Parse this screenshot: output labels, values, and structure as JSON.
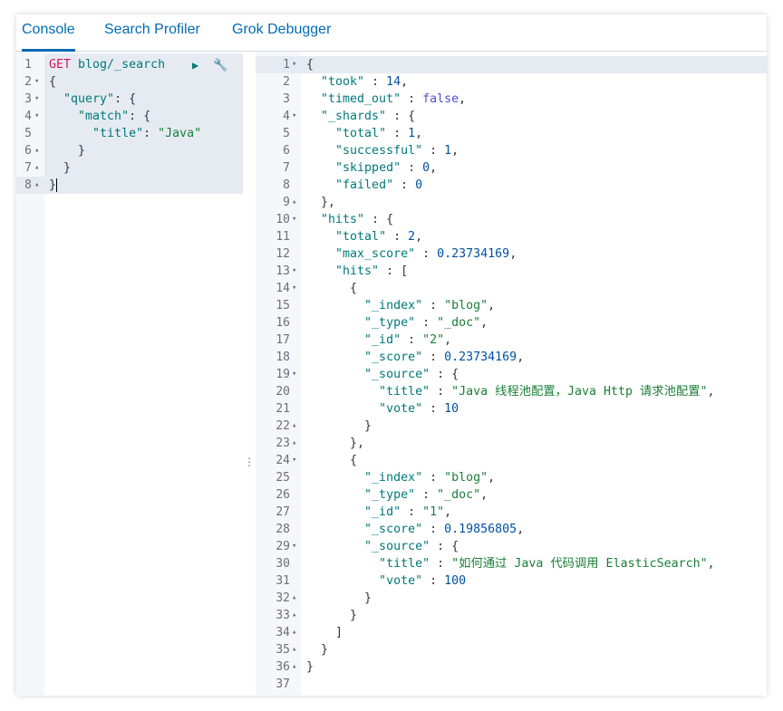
{
  "tabs": [
    "Console",
    "Search Profiler",
    "Grok Debugger"
  ],
  "icons": {
    "play": "play-icon",
    "wrench": "wrench-icon",
    "drag": "drag-handle-icon"
  },
  "request": {
    "method": "GET",
    "url": "blog/_search",
    "lines": [
      {
        "n": "1",
        "fold": "",
        "parts": []
      },
      {
        "n": "2",
        "fold": "▾",
        "parts": [
          [
            "",
            "{"
          ]
        ]
      },
      {
        "n": "3",
        "fold": "▾",
        "parts": [
          [
            "",
            "  "
          ],
          [
            "k",
            "\"query\""
          ],
          [
            "",
            ": {"
          ]
        ]
      },
      {
        "n": "4",
        "fold": "▾",
        "parts": [
          [
            "",
            "    "
          ],
          [
            "k",
            "\"match\""
          ],
          [
            "",
            ": {"
          ]
        ]
      },
      {
        "n": "5",
        "fold": "",
        "parts": [
          [
            "",
            "      "
          ],
          [
            "k",
            "\"title\""
          ],
          [
            "",
            ": "
          ],
          [
            "s",
            "\"Java\""
          ]
        ]
      },
      {
        "n": "6",
        "fold": "▴",
        "parts": [
          [
            "",
            "    }"
          ]
        ]
      },
      {
        "n": "7",
        "fold": "▴",
        "parts": [
          [
            "",
            "  }"
          ]
        ]
      },
      {
        "n": "8",
        "fold": "▴",
        "parts": [
          [
            "",
            "}"
          ]
        ]
      }
    ]
  },
  "response": {
    "lines": [
      {
        "n": "1",
        "fold": "▾",
        "parts": [
          [
            "",
            "{"
          ]
        ]
      },
      {
        "n": "2",
        "fold": "",
        "parts": [
          [
            "",
            "  "
          ],
          [
            "k",
            "\"took\""
          ],
          [
            "",
            " : "
          ],
          [
            "n",
            "14"
          ],
          [
            "",
            ","
          ]
        ]
      },
      {
        "n": "3",
        "fold": "",
        "parts": [
          [
            "",
            "  "
          ],
          [
            "k",
            "\"timed_out\""
          ],
          [
            "",
            " : "
          ],
          [
            "b",
            "false"
          ],
          [
            "",
            ","
          ]
        ]
      },
      {
        "n": "4",
        "fold": "▾",
        "parts": [
          [
            "",
            "  "
          ],
          [
            "k",
            "\"_shards\""
          ],
          [
            "",
            " : {"
          ]
        ]
      },
      {
        "n": "5",
        "fold": "",
        "parts": [
          [
            "",
            "    "
          ],
          [
            "k",
            "\"total\""
          ],
          [
            "",
            " : "
          ],
          [
            "n",
            "1"
          ],
          [
            "",
            ","
          ]
        ]
      },
      {
        "n": "6",
        "fold": "",
        "parts": [
          [
            "",
            "    "
          ],
          [
            "k",
            "\"successful\""
          ],
          [
            "",
            " : "
          ],
          [
            "n",
            "1"
          ],
          [
            "",
            ","
          ]
        ]
      },
      {
        "n": "7",
        "fold": "",
        "parts": [
          [
            "",
            "    "
          ],
          [
            "k",
            "\"skipped\""
          ],
          [
            "",
            " : "
          ],
          [
            "n",
            "0"
          ],
          [
            "",
            ","
          ]
        ]
      },
      {
        "n": "8",
        "fold": "",
        "parts": [
          [
            "",
            "    "
          ],
          [
            "k",
            "\"failed\""
          ],
          [
            "",
            " : "
          ],
          [
            "n",
            "0"
          ]
        ]
      },
      {
        "n": "9",
        "fold": "▴",
        "parts": [
          [
            "",
            "  },"
          ]
        ]
      },
      {
        "n": "10",
        "fold": "▾",
        "parts": [
          [
            "",
            "  "
          ],
          [
            "k",
            "\"hits\""
          ],
          [
            "",
            " : {"
          ]
        ]
      },
      {
        "n": "11",
        "fold": "",
        "parts": [
          [
            "",
            "    "
          ],
          [
            "k",
            "\"total\""
          ],
          [
            "",
            " : "
          ],
          [
            "n",
            "2"
          ],
          [
            "",
            ","
          ]
        ]
      },
      {
        "n": "12",
        "fold": "",
        "parts": [
          [
            "",
            "    "
          ],
          [
            "k",
            "\"max_score\""
          ],
          [
            "",
            " : "
          ],
          [
            "n",
            "0.23734169"
          ],
          [
            "",
            ","
          ]
        ]
      },
      {
        "n": "13",
        "fold": "▾",
        "parts": [
          [
            "",
            "    "
          ],
          [
            "k",
            "\"hits\""
          ],
          [
            "",
            " : ["
          ]
        ]
      },
      {
        "n": "14",
        "fold": "▾",
        "parts": [
          [
            "",
            "      {"
          ]
        ]
      },
      {
        "n": "15",
        "fold": "",
        "parts": [
          [
            "",
            "        "
          ],
          [
            "k",
            "\"_index\""
          ],
          [
            "",
            " : "
          ],
          [
            "s",
            "\"blog\""
          ],
          [
            "",
            ","
          ]
        ]
      },
      {
        "n": "16",
        "fold": "",
        "parts": [
          [
            "",
            "        "
          ],
          [
            "k",
            "\"_type\""
          ],
          [
            "",
            " : "
          ],
          [
            "s",
            "\"_doc\""
          ],
          [
            "",
            ","
          ]
        ]
      },
      {
        "n": "17",
        "fold": "",
        "parts": [
          [
            "",
            "        "
          ],
          [
            "k",
            "\"_id\""
          ],
          [
            "",
            " : "
          ],
          [
            "s",
            "\"2\""
          ],
          [
            "",
            ","
          ]
        ]
      },
      {
        "n": "18",
        "fold": "",
        "parts": [
          [
            "",
            "        "
          ],
          [
            "k",
            "\"_score\""
          ],
          [
            "",
            " : "
          ],
          [
            "n",
            "0.23734169"
          ],
          [
            "",
            ","
          ]
        ]
      },
      {
        "n": "19",
        "fold": "▾",
        "parts": [
          [
            "",
            "        "
          ],
          [
            "k",
            "\"_source\""
          ],
          [
            "",
            " : {"
          ]
        ]
      },
      {
        "n": "20",
        "fold": "",
        "parts": [
          [
            "",
            "          "
          ],
          [
            "k",
            "\"title\""
          ],
          [
            "",
            " : "
          ],
          [
            "s",
            "\"Java 线程池配置，Java Http 请求池配置\""
          ],
          [
            "",
            ","
          ]
        ]
      },
      {
        "n": "21",
        "fold": "",
        "parts": [
          [
            "",
            "          "
          ],
          [
            "k",
            "\"vote\""
          ],
          [
            "",
            " : "
          ],
          [
            "n",
            "10"
          ]
        ]
      },
      {
        "n": "22",
        "fold": "▴",
        "parts": [
          [
            "",
            "        }"
          ]
        ]
      },
      {
        "n": "23",
        "fold": "▴",
        "parts": [
          [
            "",
            "      },"
          ]
        ]
      },
      {
        "n": "24",
        "fold": "▾",
        "parts": [
          [
            "",
            "      {"
          ]
        ]
      },
      {
        "n": "25",
        "fold": "",
        "parts": [
          [
            "",
            "        "
          ],
          [
            "k",
            "\"_index\""
          ],
          [
            "",
            " : "
          ],
          [
            "s",
            "\"blog\""
          ],
          [
            "",
            ","
          ]
        ]
      },
      {
        "n": "26",
        "fold": "",
        "parts": [
          [
            "",
            "        "
          ],
          [
            "k",
            "\"_type\""
          ],
          [
            "",
            " : "
          ],
          [
            "s",
            "\"_doc\""
          ],
          [
            "",
            ","
          ]
        ]
      },
      {
        "n": "27",
        "fold": "",
        "parts": [
          [
            "",
            "        "
          ],
          [
            "k",
            "\"_id\""
          ],
          [
            "",
            " : "
          ],
          [
            "s",
            "\"1\""
          ],
          [
            "",
            ","
          ]
        ]
      },
      {
        "n": "28",
        "fold": "",
        "parts": [
          [
            "",
            "        "
          ],
          [
            "k",
            "\"_score\""
          ],
          [
            "",
            " : "
          ],
          [
            "n",
            "0.19856805"
          ],
          [
            "",
            ","
          ]
        ]
      },
      {
        "n": "29",
        "fold": "▾",
        "parts": [
          [
            "",
            "        "
          ],
          [
            "k",
            "\"_source\""
          ],
          [
            "",
            " : {"
          ]
        ]
      },
      {
        "n": "30",
        "fold": "",
        "parts": [
          [
            "",
            "          "
          ],
          [
            "k",
            "\"title\""
          ],
          [
            "",
            " : "
          ],
          [
            "s",
            "\"如何通过 Java 代码调用 ElasticSearch\""
          ],
          [
            "",
            ","
          ]
        ]
      },
      {
        "n": "31",
        "fold": "",
        "parts": [
          [
            "",
            "          "
          ],
          [
            "k",
            "\"vote\""
          ],
          [
            "",
            " : "
          ],
          [
            "n",
            "100"
          ]
        ]
      },
      {
        "n": "32",
        "fold": "▴",
        "parts": [
          [
            "",
            "        }"
          ]
        ]
      },
      {
        "n": "33",
        "fold": "▴",
        "parts": [
          [
            "",
            "      }"
          ]
        ]
      },
      {
        "n": "34",
        "fold": "▴",
        "parts": [
          [
            "",
            "    ]"
          ]
        ]
      },
      {
        "n": "35",
        "fold": "▴",
        "parts": [
          [
            "",
            "  }"
          ]
        ]
      },
      {
        "n": "36",
        "fold": "▴",
        "parts": [
          [
            "",
            "}"
          ]
        ]
      },
      {
        "n": "37",
        "fold": "",
        "parts": []
      }
    ]
  }
}
